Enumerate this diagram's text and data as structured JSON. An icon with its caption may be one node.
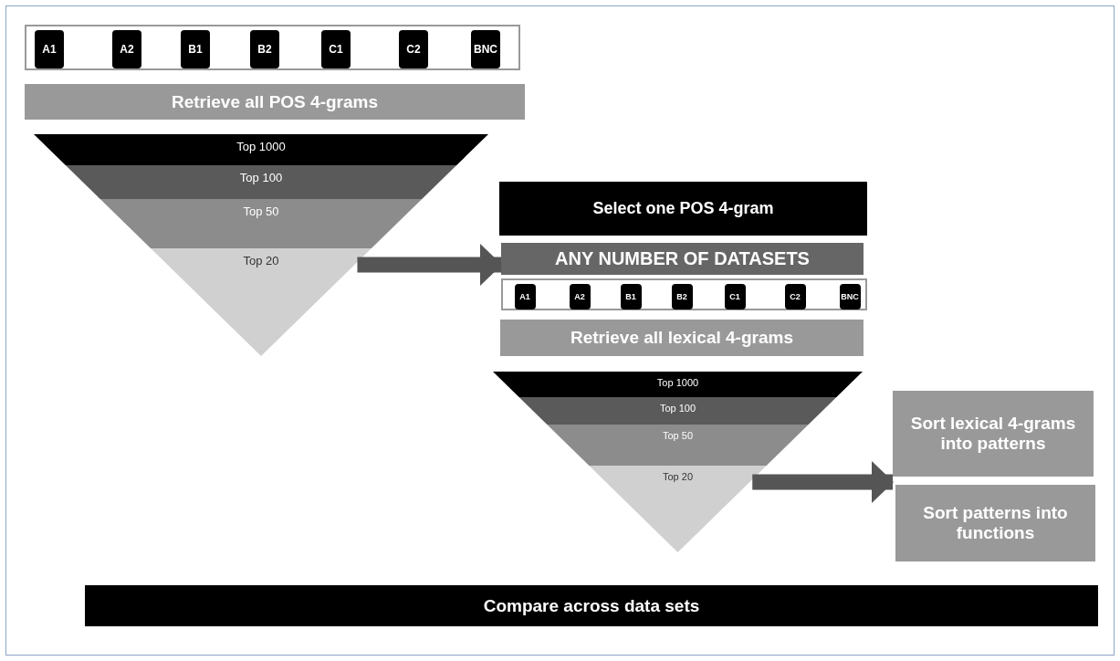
{
  "diagram": {
    "nodes": [
      {
        "text": [],
        "shape": "box"
      },
      {
        "text": [
          "A1"
        ],
        "in": 0
      },
      {
        "text": [
          "A2"
        ],
        "in": 0
      },
      {
        "text": [
          "B1"
        ],
        "in": 0
      },
      {
        "text": [
          "B2"
        ],
        "in": 0
      },
      {
        "text": [
          "C1"
        ],
        "in": 0
      },
      {
        "text": [
          "C2"
        ],
        "in": 0
      },
      {
        "text": [
          "BNC"
        ],
        "in": 0
      },
      {
        "text": [
          "Retrieve all POS 4-grams"
        ]
      },
      {
        "text": [
          "Top 1000"
        ]
      },
      {
        "text": [
          "Top 100"
        ]
      },
      {
        "text": [
          "Top 50"
        ]
      },
      {
        "text": [
          "Top 20"
        ]
      },
      {
        "text": [
          "Select one POS 4-gram"
        ]
      },
      {
        "text": [
          "ANY NUMBER OF DATASETS"
        ]
      },
      {
        "text": [],
        "shape": "box"
      },
      {
        "text": [
          "A1"
        ],
        "in": 15
      },
      {
        "text": [
          "A2"
        ],
        "in": 15
      },
      {
        "text": [
          "B1"
        ],
        "in": 15
      },
      {
        "text": [
          "B2"
        ],
        "in": 15
      },
      {
        "text": [
          "C1"
        ],
        "in": 15
      },
      {
        "text": [
          "C2"
        ],
        "in": 15
      },
      {
        "text": [
          "BNC"
        ],
        "in": 15
      },
      {
        "text": [
          "Retrieve all lexical 4-grams"
        ]
      },
      {
        "text": [
          "Top 1000"
        ]
      },
      {
        "text": [
          "Top 100"
        ]
      },
      {
        "text": [
          "Top 50"
        ]
      },
      {
        "text": [
          "Top 20"
        ]
      },
      {
        "text": [
          "Sort lexical 4-grams into patterns"
        ]
      },
      {
        "text": [
          "Sort patterns into functions"
        ]
      },
      {
        "text": [
          "Compare across data sets"
        ]
      }
    ],
    "edges": [
      {
        "from": 12,
        "to": 14,
        "arrow": "to"
      },
      {
        "from": 27,
        "to": 28,
        "arrow": "to"
      }
    ]
  }
}
